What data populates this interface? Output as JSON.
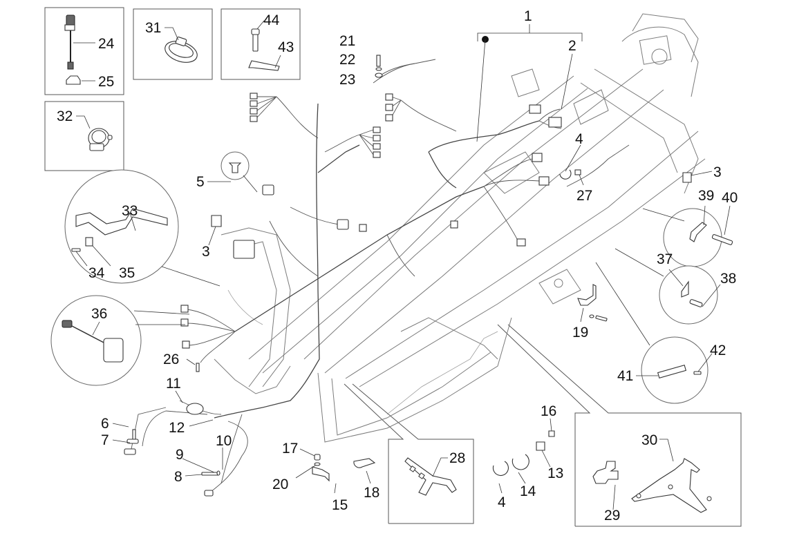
{
  "diagram": {
    "type": "exploded-parts-diagram",
    "subject": "Frame wiring harness",
    "callouts": [
      {
        "id": "1",
        "label": "1"
      },
      {
        "id": "2",
        "label": "2"
      },
      {
        "id": "3a",
        "label": "3"
      },
      {
        "id": "3b",
        "label": "3"
      },
      {
        "id": "4a",
        "label": "4"
      },
      {
        "id": "4b",
        "label": "4"
      },
      {
        "id": "5",
        "label": "5"
      },
      {
        "id": "6",
        "label": "6"
      },
      {
        "id": "7",
        "label": "7"
      },
      {
        "id": "8",
        "label": "8"
      },
      {
        "id": "9",
        "label": "9"
      },
      {
        "id": "10",
        "label": "10"
      },
      {
        "id": "11",
        "label": "11"
      },
      {
        "id": "12",
        "label": "12"
      },
      {
        "id": "13",
        "label": "13"
      },
      {
        "id": "14",
        "label": "14"
      },
      {
        "id": "15",
        "label": "15"
      },
      {
        "id": "16",
        "label": "16"
      },
      {
        "id": "17",
        "label": "17"
      },
      {
        "id": "18",
        "label": "18"
      },
      {
        "id": "19",
        "label": "19"
      },
      {
        "id": "20",
        "label": "20"
      },
      {
        "id": "21",
        "label": "21"
      },
      {
        "id": "22",
        "label": "22"
      },
      {
        "id": "23",
        "label": "23"
      },
      {
        "id": "24",
        "label": "24"
      },
      {
        "id": "25",
        "label": "25"
      },
      {
        "id": "26",
        "label": "26"
      },
      {
        "id": "27",
        "label": "27"
      },
      {
        "id": "28",
        "label": "28"
      },
      {
        "id": "29",
        "label": "29"
      },
      {
        "id": "30",
        "label": "30"
      },
      {
        "id": "31",
        "label": "31"
      },
      {
        "id": "32",
        "label": "32"
      },
      {
        "id": "33",
        "label": "33"
      },
      {
        "id": "34",
        "label": "34"
      },
      {
        "id": "35",
        "label": "35"
      },
      {
        "id": "36",
        "label": "36"
      },
      {
        "id": "37",
        "label": "37"
      },
      {
        "id": "38",
        "label": "38"
      },
      {
        "id": "39",
        "label": "39"
      },
      {
        "id": "40",
        "label": "40"
      },
      {
        "id": "41",
        "label": "41"
      },
      {
        "id": "42",
        "label": "42"
      },
      {
        "id": "43",
        "label": "43"
      },
      {
        "id": "44",
        "label": "44"
      }
    ],
    "inset_boxes": [
      {
        "name": "inset-24-25",
        "parts": [
          "24",
          "25"
        ]
      },
      {
        "name": "inset-31",
        "parts": [
          "31"
        ]
      },
      {
        "name": "inset-43-44",
        "parts": [
          "43",
          "44"
        ]
      },
      {
        "name": "inset-32",
        "parts": [
          "32"
        ]
      },
      {
        "name": "inset-28",
        "parts": [
          "28"
        ]
      },
      {
        "name": "inset-29-30",
        "parts": [
          "29",
          "30"
        ]
      }
    ],
    "detail_circles": [
      {
        "name": "detail-33-34-35",
        "parts": [
          "33",
          "34",
          "35"
        ]
      },
      {
        "name": "detail-36",
        "parts": [
          "36"
        ]
      },
      {
        "name": "detail-5",
        "parts": [
          "5"
        ]
      },
      {
        "name": "detail-39-40",
        "parts": [
          "39",
          "40"
        ]
      },
      {
        "name": "detail-37-38",
        "parts": [
          "37",
          "38"
        ]
      },
      {
        "name": "detail-41-42",
        "parts": [
          "41",
          "42"
        ]
      }
    ],
    "colors": {
      "background": "#ffffff",
      "line": "#333333",
      "frame": "#7a7a7a",
      "text": "#111111"
    }
  }
}
